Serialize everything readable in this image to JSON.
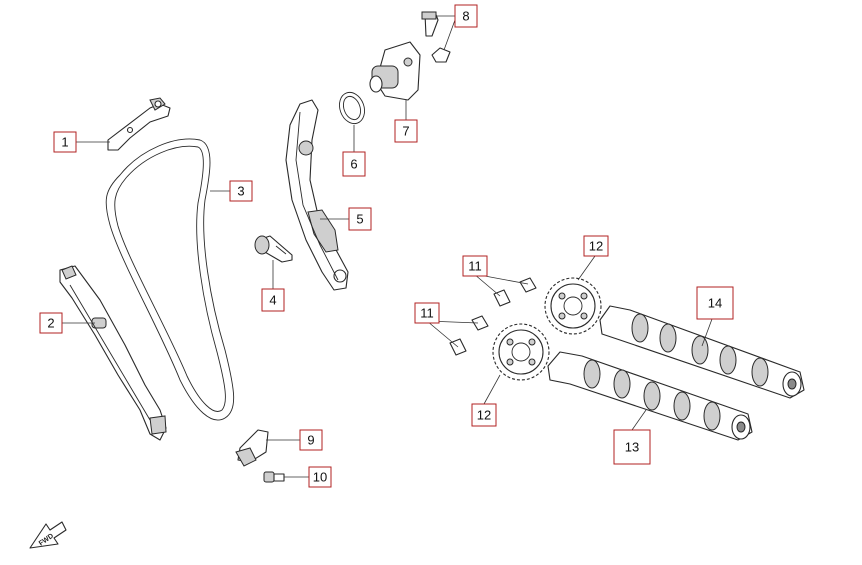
{
  "callouts": {
    "c1": "1",
    "c2": "2",
    "c3": "3",
    "c4": "4",
    "c5": "5",
    "c6": "6",
    "c7": "7",
    "c8": "8",
    "c9": "9",
    "c10": "10",
    "c11a": "11",
    "c11b": "11",
    "c12a": "12",
    "c12b": "12",
    "c13": "13",
    "c14": "14"
  },
  "fwd_label": "FWD",
  "colors": {
    "callout_border": "#b22222",
    "line": "#2a2a2a"
  }
}
